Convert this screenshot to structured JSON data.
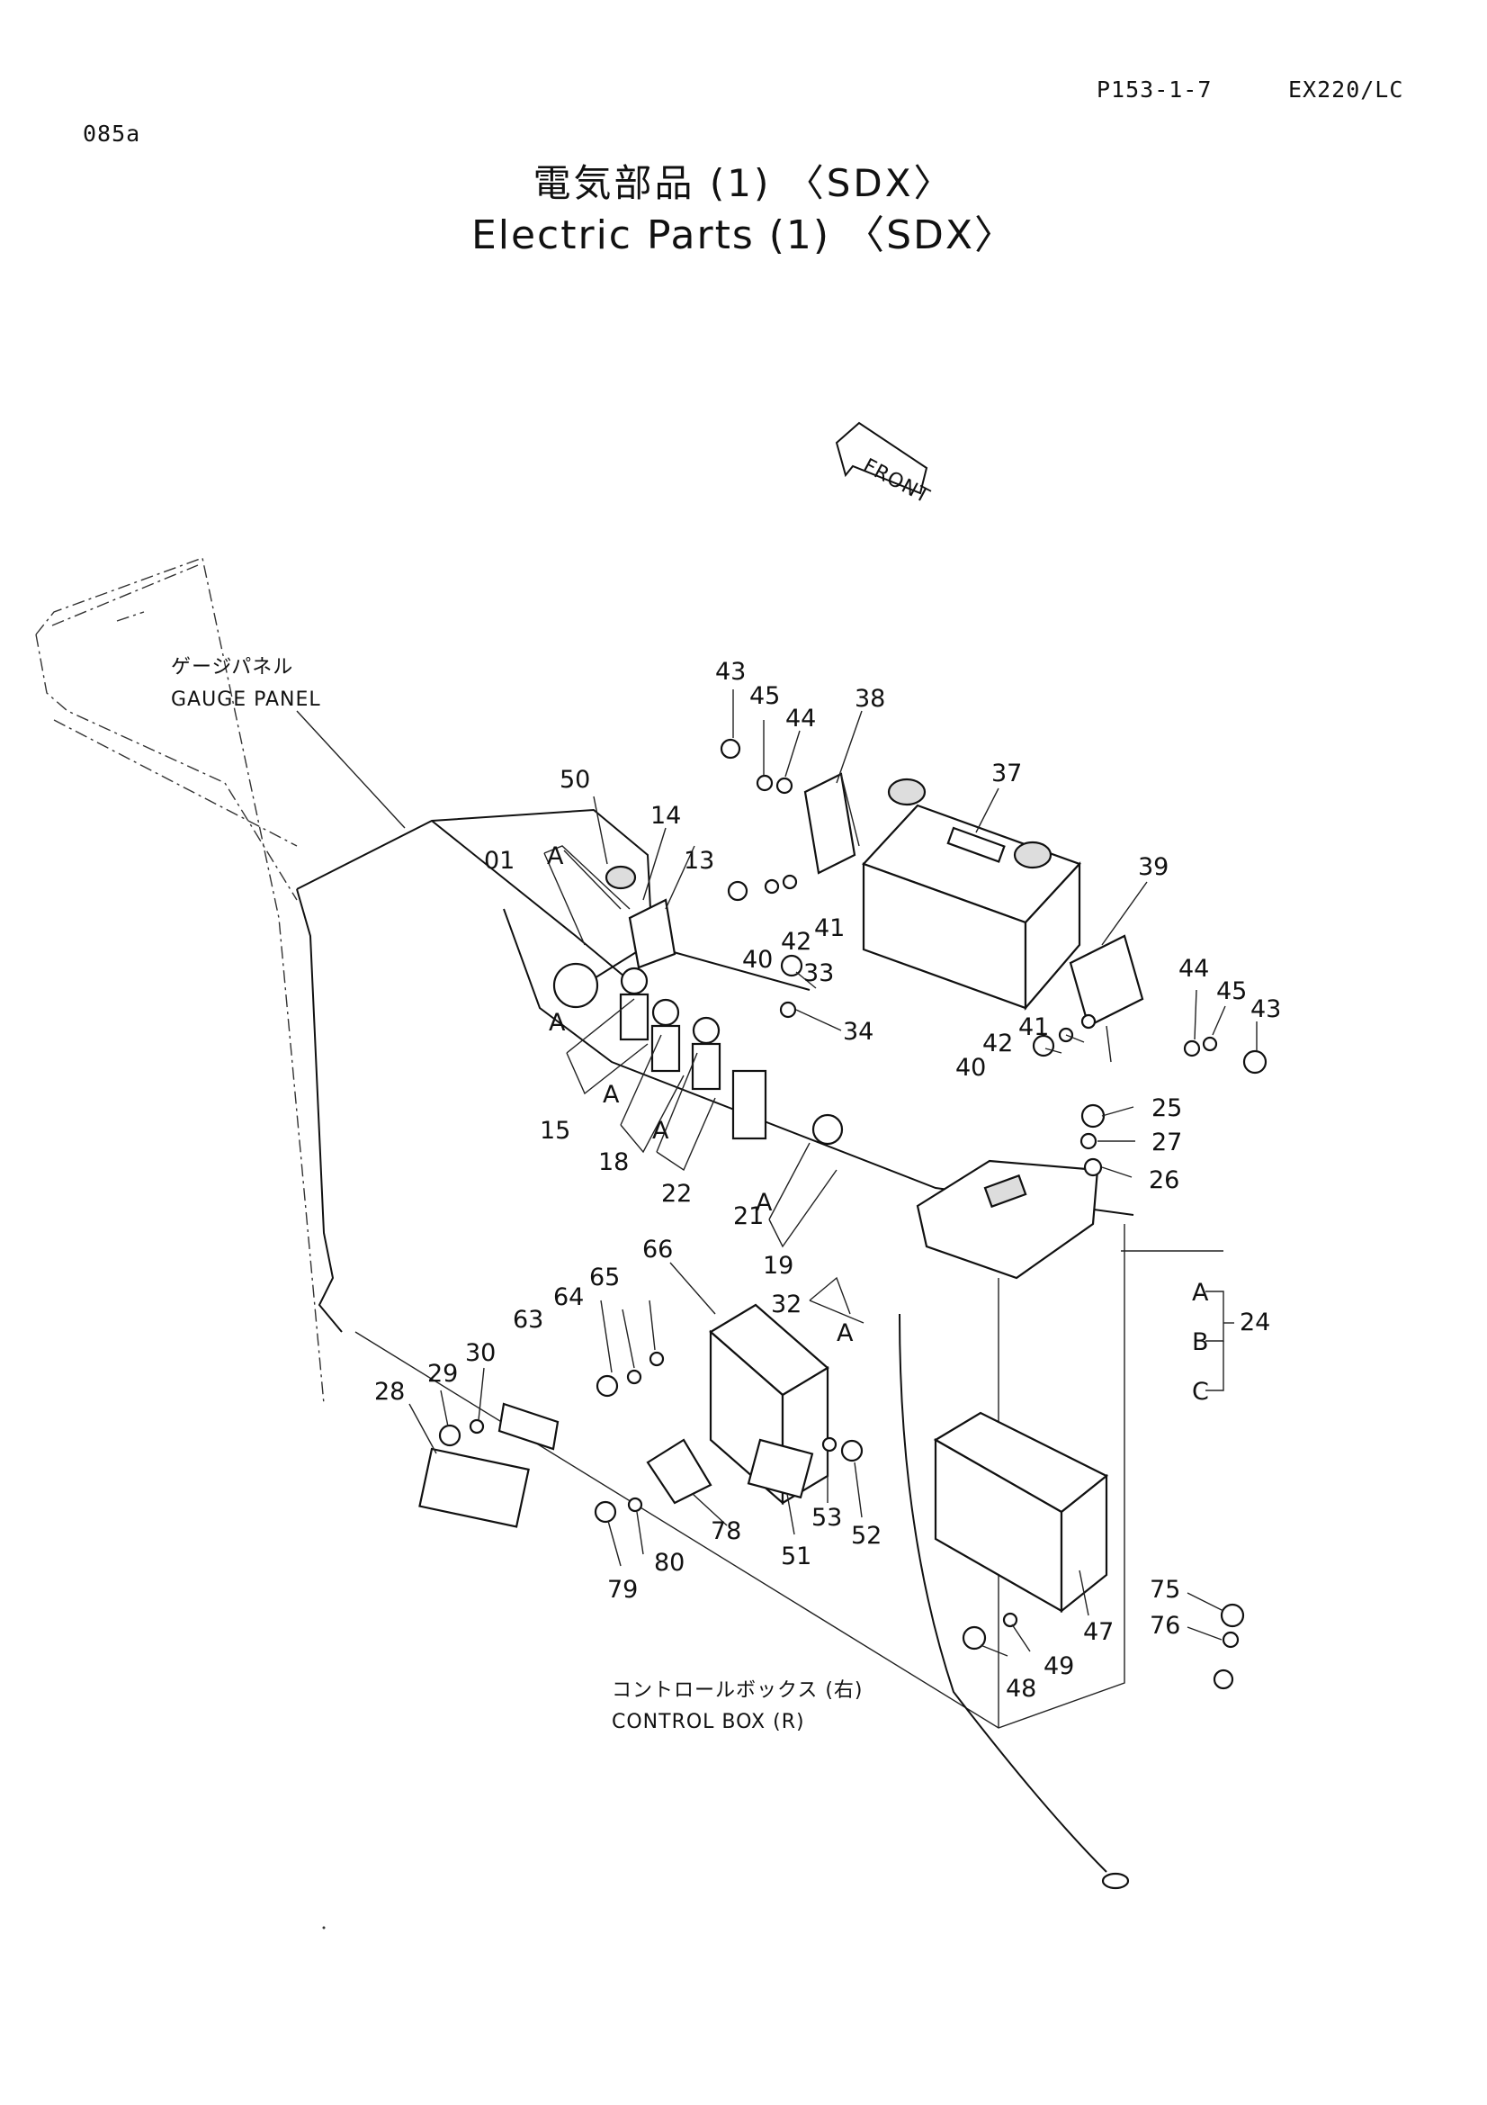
{
  "header": {
    "page_code": "P153-1-7",
    "model": "EX220/LC",
    "ref": "085a"
  },
  "title": {
    "japanese": "電気部品 (1) 〈SDX〉",
    "english": "Electric Parts (1) 〈SDX〉"
  },
  "front_label": "FRONT",
  "captions": {
    "gauge_panel_jp": "ゲージパネル",
    "gauge_panel_en": "GAUGE PANEL",
    "control_box_jp": "コントロールボックス (右)",
    "control_box_en": "CONTROL BOX (R)"
  },
  "part_labels": {
    "p01": "01",
    "p13": "13",
    "p14": "14",
    "p15": "15",
    "p18": "18",
    "p19": "19",
    "p21": "21",
    "p22": "22",
    "p24": "24",
    "p25": "25",
    "p26": "26",
    "p27": "27",
    "p28": "28",
    "p29": "29",
    "p30": "30",
    "p32": "32",
    "p33": "33",
    "p34": "34",
    "p37": "37",
    "p38": "38",
    "p39": "39",
    "p40a": "40",
    "p40b": "40",
    "p41a": "41",
    "p41b": "41",
    "p42a": "42",
    "p42b": "42",
    "p43a": "43",
    "p43b": "43",
    "p44a": "44",
    "p44b": "44",
    "p45a": "45",
    "p45b": "45",
    "p47": "47",
    "p48": "48",
    "p49": "49",
    "p50": "50",
    "p51": "51",
    "p52": "52",
    "p53": "53",
    "p63": "63",
    "p64": "64",
    "p65": "65",
    "p66": "66",
    "p75": "75",
    "p76": "76",
    "p78": "78",
    "p79": "79",
    "p80": "80"
  },
  "sub_refs": {
    "a": "A",
    "b": "B",
    "c": "C"
  }
}
